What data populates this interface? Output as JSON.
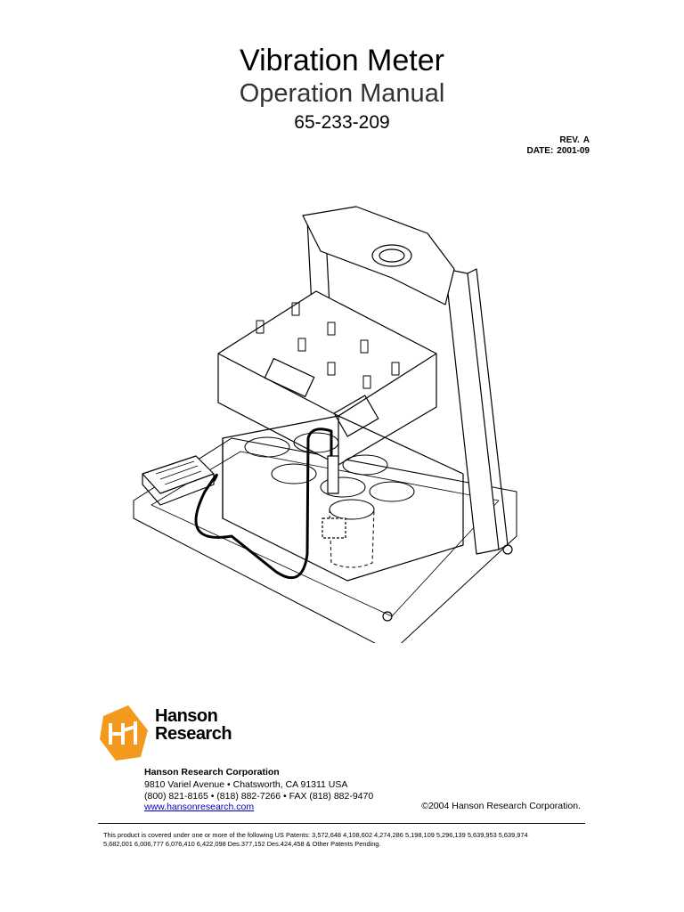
{
  "document": {
    "title": "Vibration Meter",
    "subtitle": "Operation Manual",
    "number": "65-233-209",
    "rev_label": "REV.",
    "rev_value": "A",
    "date_label": "DATE:",
    "date_value": "2001-09"
  },
  "brand": {
    "logo_line1": "Hanson",
    "logo_line2": "Research",
    "logo_color": "#f39a1e"
  },
  "contact": {
    "company": "Hanson Research Corporation",
    "address": "9810 Variel Avenue • Chatsworth, CA  91311  USA",
    "phones": "(800) 821-8165 • (818) 882-7266 • FAX (818) 882-9470",
    "website": "www.hansonresearch.com",
    "copyright": "©2004 Hanson Research Corporation."
  },
  "patents": {
    "line1": "This product is covered under one or more of the following US Patents:  3,572,648  4,108,602  4,274,286  5,198,109  5,296,139  5,639,953  5,639,974",
    "line2": "5,682,001  6,006,777  6,076,410  6,422,098  Des.377,152  Des.424,458  & Other Patents Pending."
  }
}
